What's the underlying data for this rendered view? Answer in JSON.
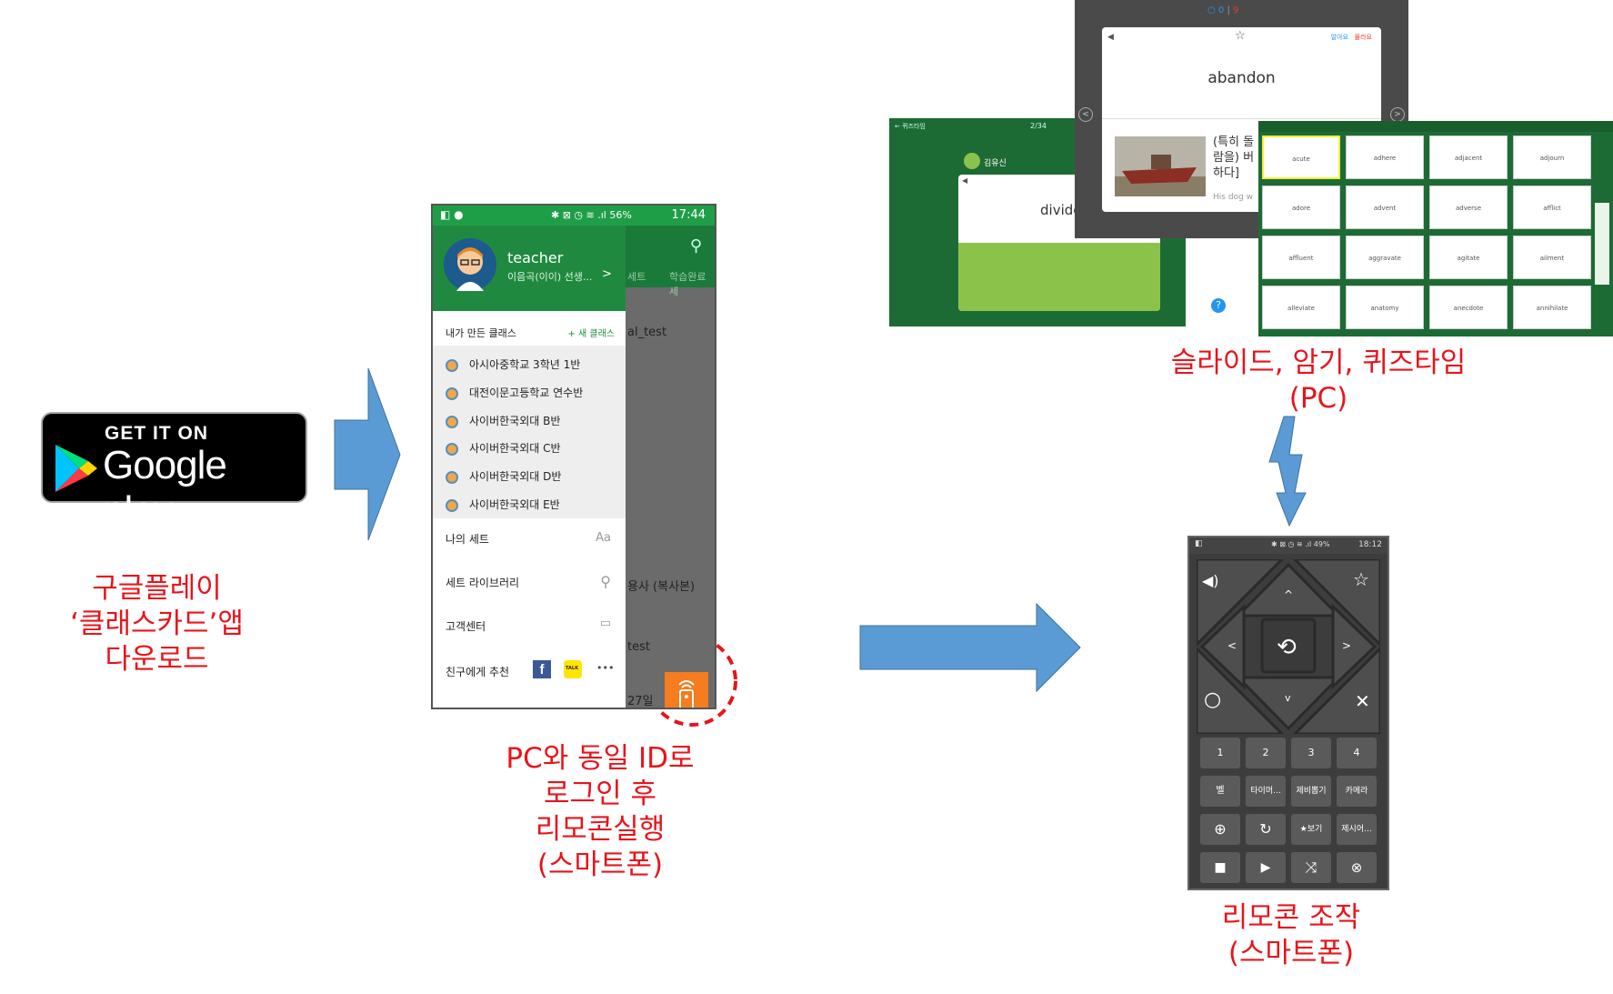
{
  "badge": {
    "top": "GET IT ON",
    "brand": "Google play"
  },
  "step1_caption": [
    "구글플레이",
    "‘클래스카드’앱",
    "다운로드"
  ],
  "phone": {
    "status_icons": "✱ ⊠ ◷ ≋ .ıl 56%",
    "status_time": "17:44",
    "user_name": "teacher",
    "user_school": "이음곡(이이) 선생...",
    "user_chevron": ">",
    "section_title": "내가 만든 클래스",
    "new_class": "+ 새 클래스",
    "classes": [
      "아시아중학교 3학년 1반",
      "대전이문고등학교 연수반",
      "사이버한국외대 B반",
      "사이버한국외대 C반",
      "사이버한국외대 D반",
      "사이버한국외대 E반"
    ],
    "menu": [
      {
        "label": "나의 세트",
        "icon": "Aa"
      },
      {
        "label": "세트 라이브러리",
        "icon": "⚲"
      },
      {
        "label": "고객센터",
        "icon": "▭"
      }
    ],
    "share_label": "친구에게 추천",
    "share_more": "•••",
    "kakao": "TALK",
    "bg_tab1": "세트",
    "bg_tab2": "학습완료세",
    "bg_texts": [
      "al_test",
      "용사 (복사본)",
      "test",
      "27일"
    ]
  },
  "step2_caption": [
    "PC와 동일 ID로",
    "로그인 후",
    "리모콘실행",
    "(스마트폰)"
  ],
  "pc": {
    "s1_header": "2/34",
    "s1_back": "← 퀴즈타임",
    "s1_user": "김유신",
    "s1_word": "divide",
    "s2_score_o": "0",
    "s2_score_x": "9",
    "s2_word": "abandon",
    "s2_meaning": [
      "(특히 돌",
      "람을) 버",
      "하다]"
    ],
    "s2_example": "His dog w",
    "s2_know": "알아요",
    "s2_dontknow": "몰라요",
    "s3_words": [
      "acute",
      "adhere",
      "adjacent",
      "adjourn",
      "adore",
      "advent",
      "adverse",
      "afflict",
      "affluent",
      "aggravate",
      "agitate",
      "ailment",
      "alleviate",
      "anatomy",
      "anecdote",
      "annihilate"
    ]
  },
  "pc_caption": [
    "슬라이드, 암기, 퀴즈타임",
    "(PC)"
  ],
  "remote": {
    "status_icons": "✱ ⊠ ◷ ≋ .ıl 49%",
    "status_time": "18:12",
    "numbers": [
      "1",
      "2",
      "3",
      "4"
    ],
    "row2": [
      "벨",
      "타이머...",
      "제비뽑기",
      "카메라"
    ],
    "row3": [
      "⊕",
      "↻",
      "★보기",
      "제시어..."
    ],
    "row4": [
      "■",
      "▶",
      "⤨",
      "⊗"
    ],
    "dpad": {
      "up": "^",
      "down": "v",
      "left": "<",
      "right": ">",
      "center": "⟲",
      "speaker": "◀)",
      "star": "☆",
      "circle": "○",
      "cross": "✕"
    }
  },
  "remote_caption": [
    "리모콘 조작",
    "(스마트폰)"
  ],
  "colors": {
    "arrow": "#5b9bd5",
    "caption": "#e8141b",
    "green": "#1d6b34"
  }
}
